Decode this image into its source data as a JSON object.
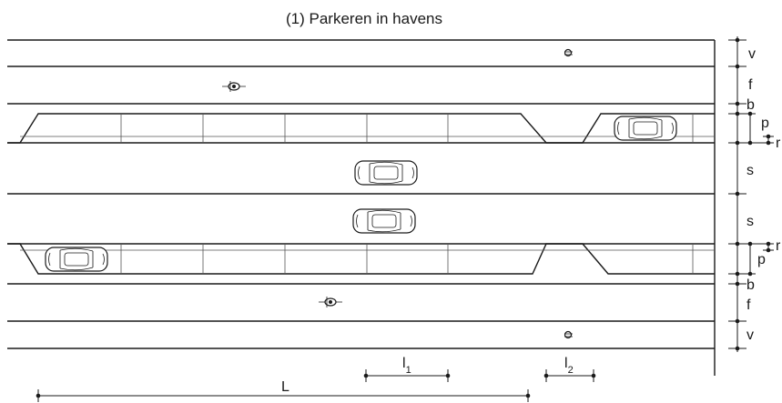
{
  "title": "(1) Parkeren in havens",
  "zone_labels": {
    "v_top": "v",
    "f_top": "f",
    "b_top": "b",
    "p_top": "p",
    "r_top": "r",
    "s_top": "s",
    "s_bottom": "s",
    "r_bottom": "r",
    "p_bottom": "p",
    "b_bottom": "b",
    "f_bottom": "f",
    "v_bottom": "v"
  },
  "dimensions": {
    "l1_letter": "l",
    "l1_sub": "1",
    "l2_letter": "l",
    "l2_sub": "2",
    "L": "L"
  },
  "icons": {
    "car": "car-icon",
    "bicycle": "bicycle-icon",
    "pedestrian": "pedestrian-icon"
  },
  "colors": {
    "line": "#1a1a1a",
    "background": "#ffffff"
  }
}
